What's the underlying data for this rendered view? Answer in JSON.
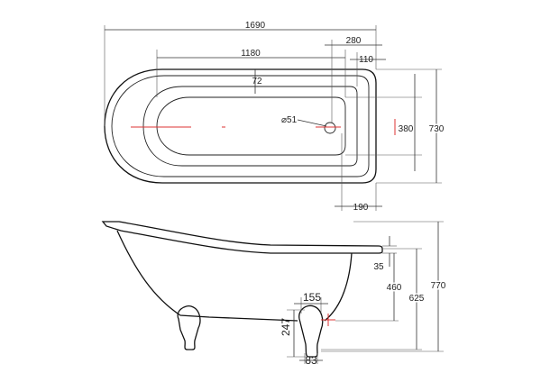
{
  "drawing": {
    "top_view": {
      "overall_length": "1690",
      "inner_length": "1180",
      "offset_280": "280",
      "offset_110": "110",
      "rim_72": "72",
      "waste_dia": "⌀51",
      "inner_width": "380",
      "overall_width": "730",
      "waste_offset": "190"
    },
    "side_view": {
      "overall_height": "770",
      "rim_drop": "35",
      "waste_height": "460",
      "rim_height": "625",
      "foot_width": "155",
      "foot_height": "247",
      "foot_base": "83"
    },
    "colors": {
      "centerline": "#d33333",
      "lines": "#111111"
    }
  }
}
